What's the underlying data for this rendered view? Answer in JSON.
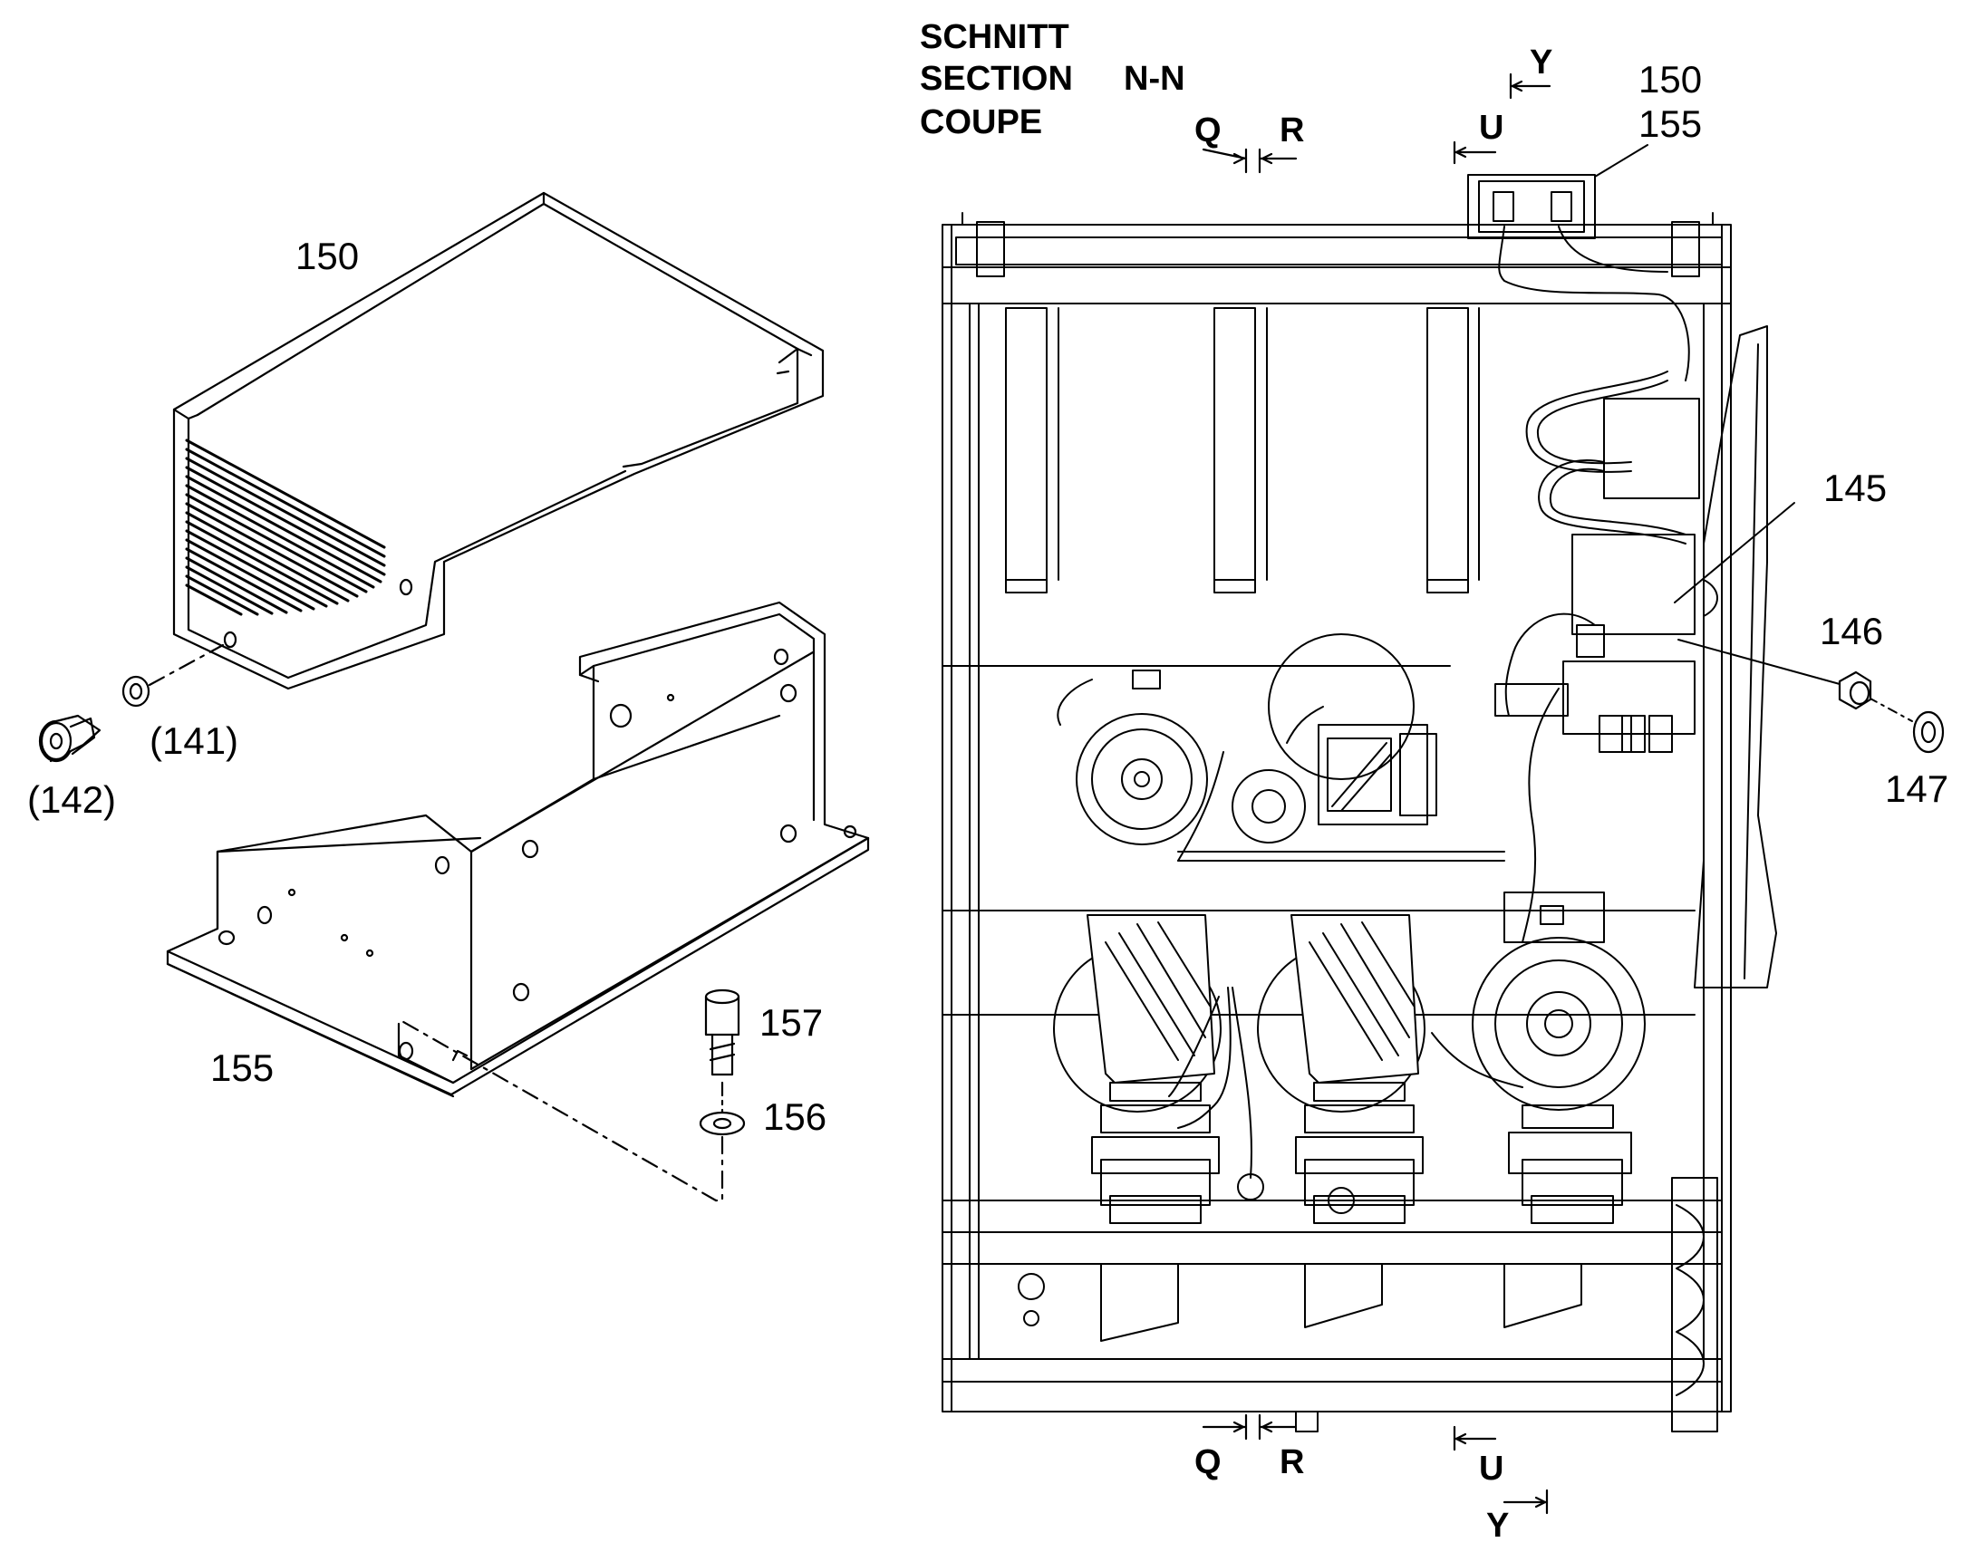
{
  "section_header": {
    "line1": "SCHNITT",
    "line2": "SECTION",
    "line3": "COUPE",
    "section_id": "N-N"
  },
  "view_markers": {
    "q_top": "Q",
    "r_top": "R",
    "u_top": "U",
    "y_top": "Y",
    "q_bottom": "Q",
    "r_bottom": "R",
    "u_bottom": "U",
    "y_bottom": "Y"
  },
  "exploded_view": {
    "cover_label": "150",
    "bracket_label": "155",
    "washer_label": "(141)",
    "screw_label": "(142)",
    "bolt_label": "157",
    "bolt_washer_label": "156"
  },
  "section_view": {
    "callout_150": "150",
    "callout_155": "155",
    "callout_145": "145",
    "callout_146": "146",
    "callout_147": "147"
  },
  "colors": {
    "line": "#000000",
    "detail": "#555555",
    "background": "#ffffff"
  }
}
